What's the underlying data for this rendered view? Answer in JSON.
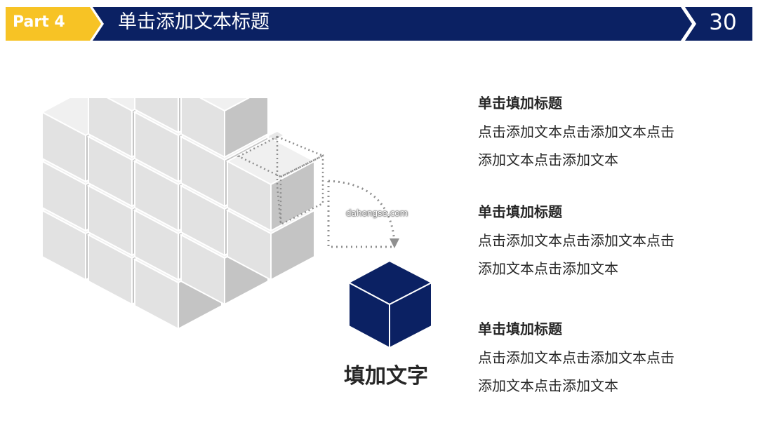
{
  "header": {
    "part_label": "Part 4",
    "title": "单击添加文本标题",
    "page_number": "30"
  },
  "illustration": {
    "watermark": "dahongse.com",
    "label": "填加文字"
  },
  "items": [
    {
      "title": "单击填加标题",
      "body_line1": "点击添加文本点击添加文本点击",
      "body_line2": "添加文本点击添加文本"
    },
    {
      "title": "单击填加标题",
      "body_line1": "点击添加文本点击添加文本点击",
      "body_line2": "添加文本点击添加文本"
    },
    {
      "title": "单击填加标题",
      "body_line1": "点击添加文本点击添加文本点击",
      "body_line2": "添加文本点击添加文本"
    }
  ],
  "colors": {
    "navy": "#0B2163",
    "gold": "#F7C325",
    "cube_top": "#F0F0F0",
    "cube_left": "#E2E2E2",
    "cube_right": "#C4C4C4"
  }
}
